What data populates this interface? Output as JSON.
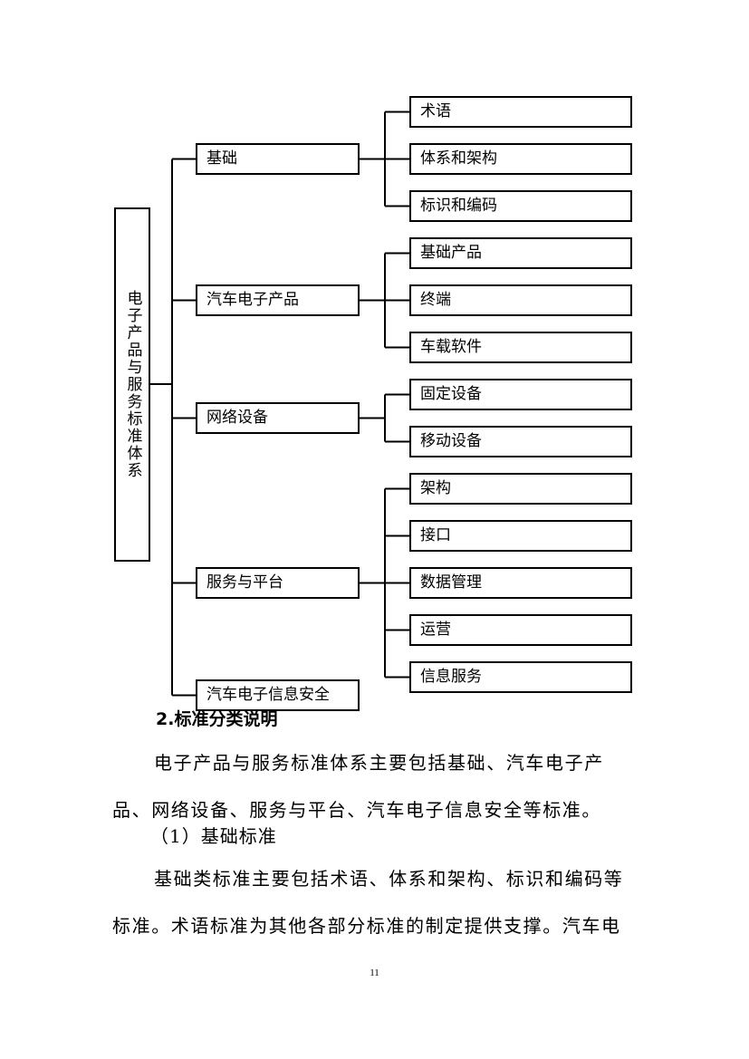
{
  "diagram": {
    "root": "电子产品与服务标准体系",
    "categories": [
      {
        "label": "基础",
        "children": [
          "术语",
          "体系和架构",
          "标识和编码"
        ]
      },
      {
        "label": "汽车电子产品",
        "children": [
          "基础产品",
          "终端",
          "车载软件"
        ]
      },
      {
        "label": "网络设备",
        "children": [
          "固定设备",
          "移动设备"
        ]
      },
      {
        "label": "服务与平台",
        "children": [
          "架构",
          "接口",
          "数据管理",
          "运营",
          "信息服务"
        ]
      },
      {
        "label": "汽车电子信息安全",
        "children": []
      }
    ]
  },
  "section": {
    "heading": "2.标准分类说明",
    "intro": "电子产品与服务标准体系主要包括基础、汽车电子产品、网络设备、服务与平台、汽车电子信息安全等标准。",
    "subsection_title": "（1）基础标准",
    "subsection_body": "基础类标准主要包括术语、体系和架构、标识和编码等标准。术语标准为其他各部分标准的制定提供支撑。汽车电"
  },
  "page_number": "11"
}
